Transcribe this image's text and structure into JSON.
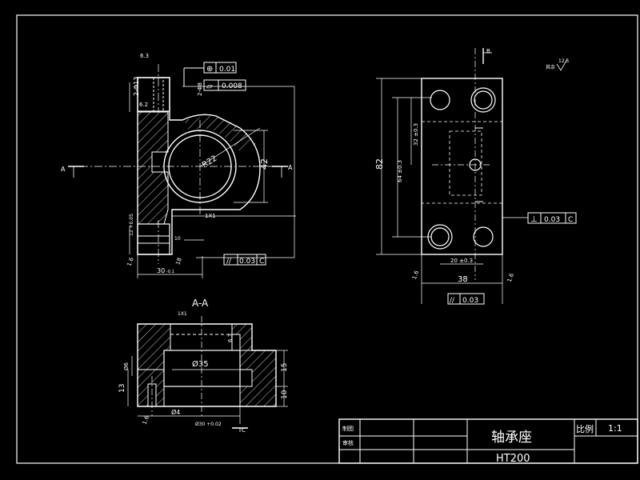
{
  "front_view": {
    "dim_height_42": "42",
    "dim_radius": "R22",
    "dim_width": "30",
    "dim_width_tol": "-0.1",
    "dim_hole": "2-Φ13",
    "dim_hole2": "2-Φ8",
    "dim_small": "6.2",
    "dim_chamfer": "1X1",
    "dim_bottom_left": "12 +0.05",
    "dim_bottom_left2": "10",
    "dim_bottom_mid": "18",
    "surface_roughness": "6.3",
    "angle_mark": "1.6",
    "gdt_position_symbol": "⊕",
    "gdt_position_value": "0.01",
    "gdt_flatness_symbol": "▱",
    "gdt_flatness_value": "0.008",
    "gdt_parallel_symbol": "//",
    "gdt_parallel_value": "0.03",
    "gdt_parallel_datum": "C",
    "section_marker_left": "A",
    "section_marker_right": "A"
  },
  "side_view": {
    "dim_height": "82",
    "dim_inner_height": "64 ±0.3",
    "dim_inner_height2": "32 ±0.3",
    "dim_width": "38",
    "dim_bottom_spacing": "20 ±0.3",
    "gdt_perp_symbol": "⊥",
    "gdt_perp_value": "0.03",
    "gdt_perp_datum": "C",
    "gdt_parallel_symbol": "//",
    "gdt_parallel_value": "0.03",
    "roughness_top": "12.5",
    "roughness_note": "其余",
    "angle_mark": "1.6",
    "angle_mark2": "1.6",
    "datum_label": "B"
  },
  "section_view": {
    "title": "A-A",
    "dim_bore": "Ø35",
    "dim_height_15": "15",
    "dim_height_10": "10",
    "dim_height_13": "13",
    "dim_left": "Ø6",
    "dim_bottom_4": "Ø4",
    "dim_bottom_right": "Ø30 +0.02",
    "dim_chamfer": "1X1",
    "roughness": "6.3",
    "angle_mark": "1.6",
    "datum_label": "C"
  },
  "title_block": {
    "label_drawn": "制图",
    "label_checked": "审核",
    "part_name": "轴承座",
    "material": "HT200",
    "scale_label": "比例",
    "scale_value": "1:1"
  },
  "colors": {
    "background": "#000000",
    "line": "#ffffff",
    "hatch": "#ffffff"
  }
}
